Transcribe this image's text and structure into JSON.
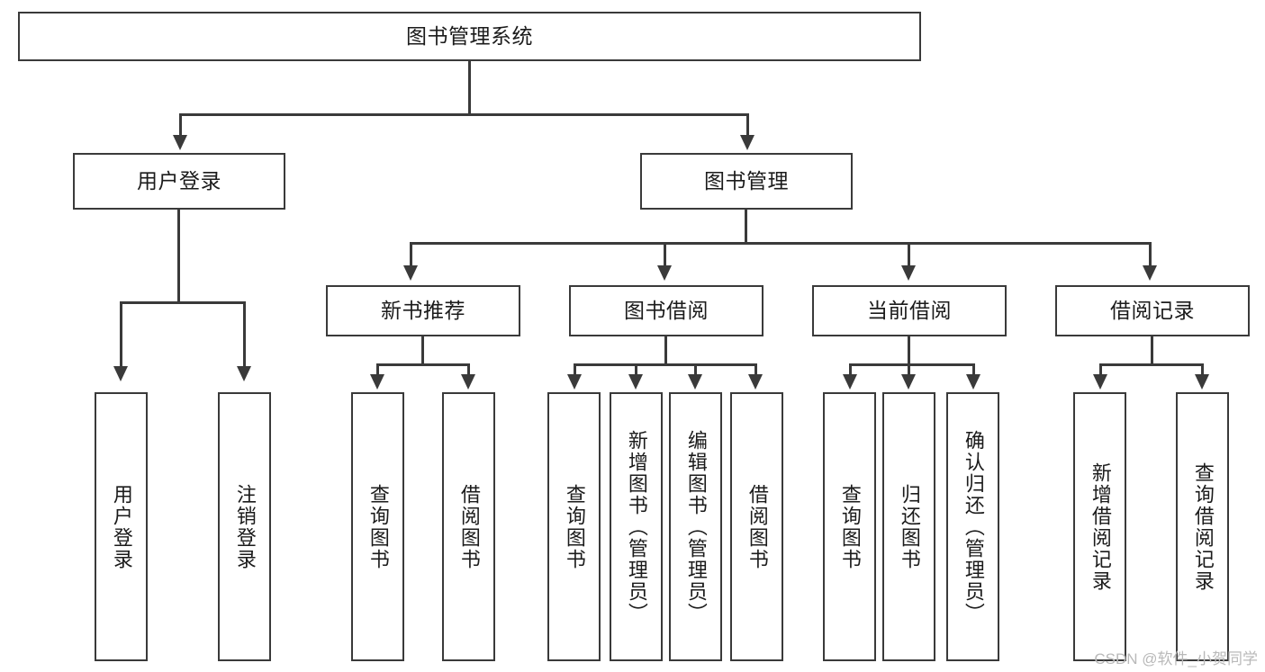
{
  "diagram": {
    "title": "图书管理系统",
    "type": "tree-hierarchy",
    "root": {
      "label": "图书管理系统"
    },
    "level2": [
      {
        "label": "用户登录"
      },
      {
        "label": "图书管理"
      }
    ],
    "level3": [
      {
        "label": "新书推荐"
      },
      {
        "label": "图书借阅"
      },
      {
        "label": "当前借阅"
      },
      {
        "label": "借阅记录"
      }
    ],
    "leaves": {
      "user_login": [
        {
          "label": "用户登录"
        },
        {
          "label": "注销登录"
        }
      ],
      "new_book_recommend": [
        {
          "label": "查询图书"
        },
        {
          "label": "借阅图书"
        }
      ],
      "book_borrow": [
        {
          "label": "查询图书"
        },
        {
          "label": "新增图书（管理员）"
        },
        {
          "label": "编辑图书（管理员）"
        },
        {
          "label": "借阅图书"
        }
      ],
      "current_borrow": [
        {
          "label": "查询图书"
        },
        {
          "label": "归还图书"
        },
        {
          "label": "确认归还（管理员）"
        }
      ],
      "borrow_record": [
        {
          "label": "新增借阅记录"
        },
        {
          "label": "查询借阅记录"
        }
      ]
    }
  },
  "watermark": {
    "text": "CSDN @软件_小贺同学"
  },
  "colors": {
    "stroke": "#3a3a3a",
    "fill": "#ffffff",
    "text": "#1b1b1b",
    "watermark": "#b9b9b9"
  }
}
